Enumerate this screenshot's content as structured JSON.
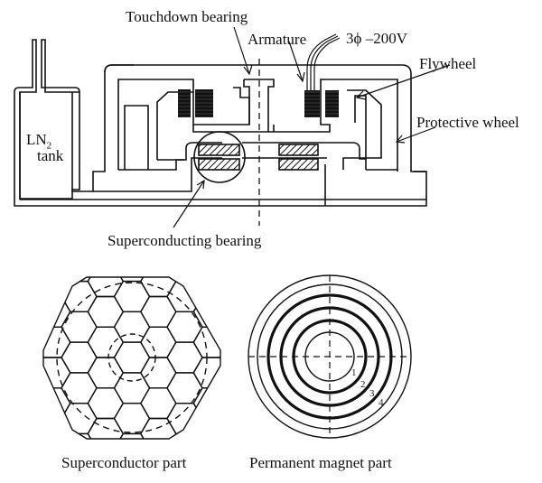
{
  "figure": {
    "cross_section": {
      "labels": {
        "touchdown_bearing": "Touchdown bearing",
        "armature": "Armature",
        "power": "3ϕ –200V",
        "flywheel": "Flywheel",
        "protective_wheel": "Protective wheel",
        "ln2_main": "LN",
        "ln2_sub": "2",
        "ln2_tank": "tank",
        "superconducting_bearing": "Superconducting bearing"
      }
    },
    "superconductor_part": {
      "caption": "Superconductor part"
    },
    "permanent_magnet_part": {
      "caption": "Permanent magnet part",
      "ring_numbers": [
        "1",
        "2",
        "3",
        "4"
      ]
    }
  }
}
